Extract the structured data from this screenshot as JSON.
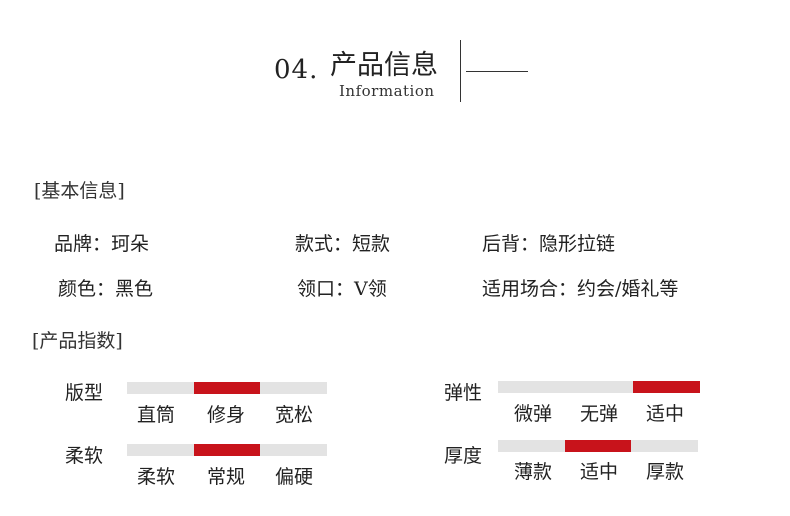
{
  "header": {
    "number": "04.",
    "title": "产品信息",
    "subtitle": "Information"
  },
  "basic_info": {
    "section_label": "[基本信息]",
    "rows": [
      [
        "品牌：珂朵",
        "款式：短款",
        "后背：隐形拉链"
      ],
      [
        "颜色：黑色",
        "领口：V领",
        "适用场合：约会/婚礼等"
      ]
    ]
  },
  "product_index": {
    "section_label": "[产品指数]",
    "items": [
      {
        "label": "版型",
        "options": [
          "直筒",
          "修身",
          "宽松"
        ],
        "selected_index": 1
      },
      {
        "label": "弹性",
        "options": [
          "微弹",
          "无弹",
          "适中"
        ],
        "selected_index": 2
      },
      {
        "label": "柔软",
        "options": [
          "柔软",
          "常规",
          "偏硬"
        ],
        "selected_index": 1
      },
      {
        "label": "厚度",
        "options": [
          "薄款",
          "适中",
          "厚款"
        ],
        "selected_index": 1
      }
    ]
  },
  "colors": {
    "accent": "#c8131b",
    "track": "#e3e3e3"
  }
}
